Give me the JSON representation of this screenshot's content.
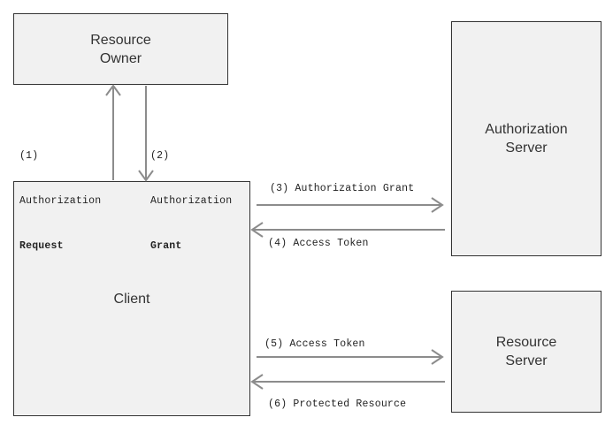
{
  "nodes": {
    "resource_owner": {
      "line1": "Resource",
      "line2": "Owner"
    },
    "authorization_server": {
      "line1": "Authorization",
      "line2": "Server"
    },
    "client": {
      "line1": "Client"
    },
    "resource_server": {
      "line1": "Resource",
      "line2": "Server"
    }
  },
  "edges": {
    "step1": {
      "num": "(1)",
      "line1": "Authorization",
      "line2": "Request"
    },
    "step2": {
      "num": "(2)",
      "line1": "Authorization",
      "line2": "Grant"
    },
    "step3": {
      "text": "(3) Authorization Grant"
    },
    "step4": {
      "text": "(4) Access Token"
    },
    "step5": {
      "text": "(5) Access Token"
    },
    "step6": {
      "text": "(6) Protected Resource"
    }
  },
  "colors": {
    "arrow": "#8c8c8c",
    "box_fill": "#f1f1f1",
    "box_border": "#333333"
  }
}
